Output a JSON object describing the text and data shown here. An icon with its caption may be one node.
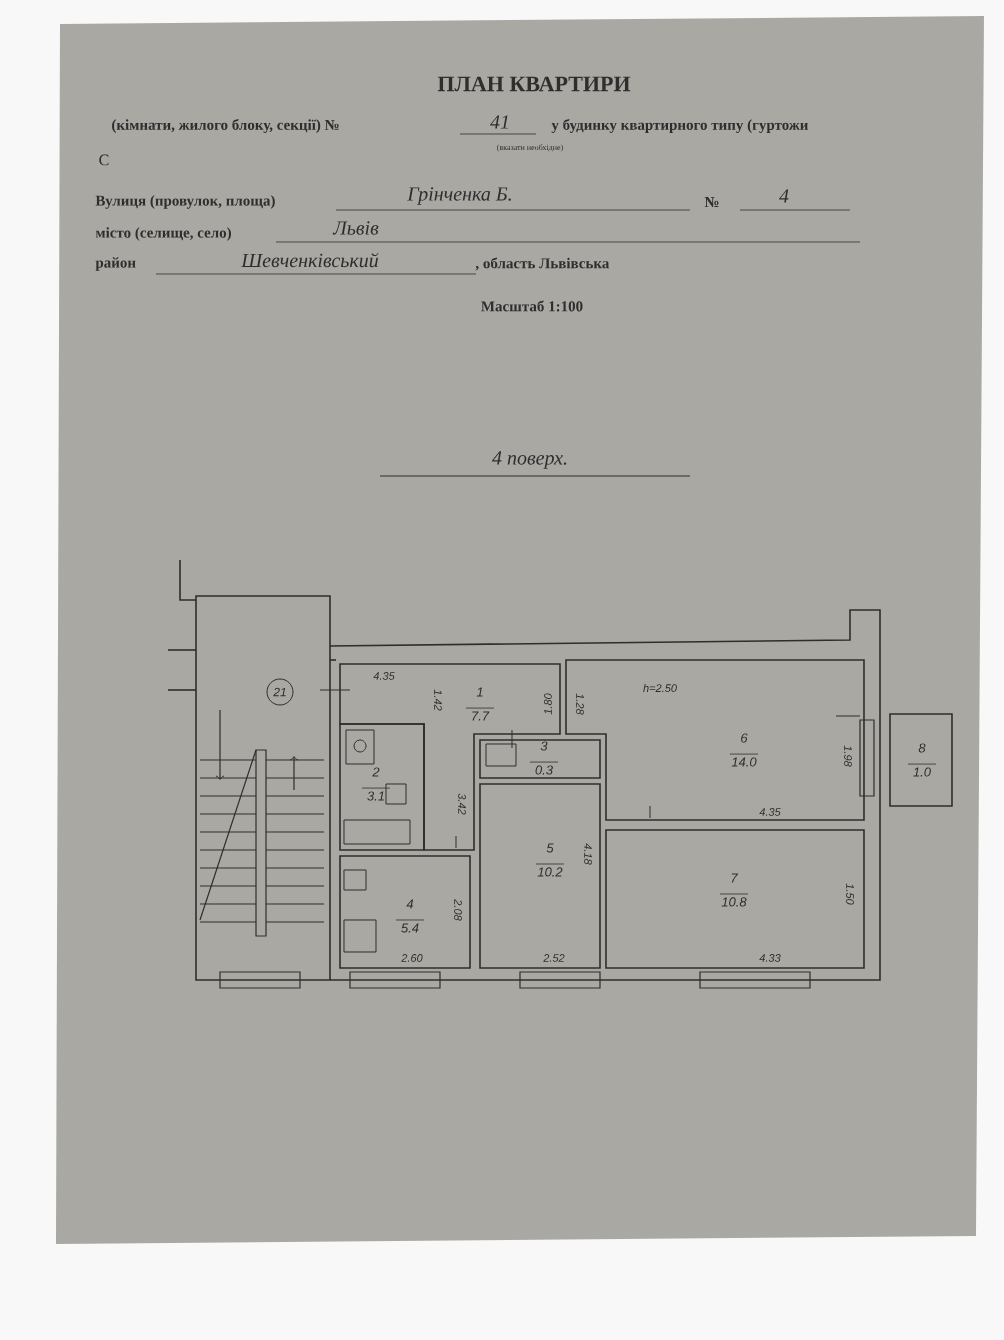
{
  "diagram": {
    "title": "ПЛАН КВАРТИРИ",
    "nodes": [
      {
        "text": [
          "1",
          "7.7"
        ]
      },
      {
        "text": [
          "2",
          "3.1"
        ]
      },
      {
        "text": [
          "3",
          "0.3"
        ]
      },
      {
        "text": [
          "4",
          "5.4"
        ]
      },
      {
        "text": [
          "5",
          "10.2"
        ]
      },
      {
        "text": [
          "6",
          "14.0"
        ]
      },
      {
        "text": [
          "7",
          "10.8"
        ]
      },
      {
        "text": [
          "8",
          "1.0"
        ]
      }
    ],
    "labels": [
      "С",
      "(кімнати, жилого блоку, секції) №",
      "41",
      "у будинку квартирного типу (гуртожи",
      "(вказати необхідне)",
      "Вулиця (провулок, площа)",
      "Грінченка Б.",
      "№",
      "4",
      "місто (селище, село)",
      "Львів",
      "район",
      "Шевченківський",
      ", область Львівська",
      "Масштаб 1:100",
      "4 поверх.",
      "21",
      "4.35",
      "1.42",
      "1.80",
      "1.28",
      "3.42",
      "2.08",
      "2.60",
      "2.52",
      "4.18",
      "h=2.50",
      "1.98",
      "4.35",
      "4.33",
      "1.50"
    ]
  }
}
